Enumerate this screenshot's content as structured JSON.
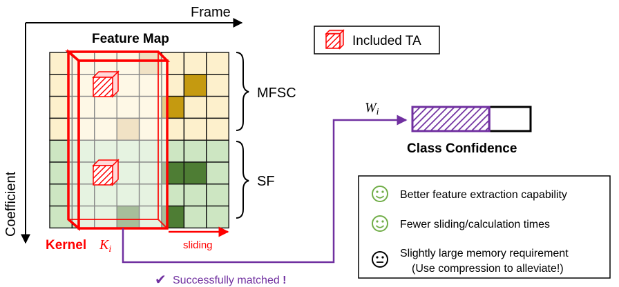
{
  "axes": {
    "frame_label": "Frame",
    "coefficient_label": "Coefficient"
  },
  "feature_map": {
    "title": "Feature Map",
    "mfsc_label": "MFSC",
    "sf_label": "SF",
    "dark_cells_mfsc": [
      [
        0,
        4
      ],
      [
        1,
        2
      ],
      [
        1,
        6
      ],
      [
        2,
        5
      ],
      [
        3,
        3
      ]
    ],
    "dark_cells_sf": [
      [
        5,
        5
      ],
      [
        5,
        6
      ],
      [
        7,
        3
      ],
      [
        7,
        5
      ]
    ]
  },
  "kernel": {
    "label": "Kernel",
    "symbol": "K",
    "subscript": "i",
    "sliding_label": "sliding"
  },
  "legend": {
    "included_ta": "Included TA"
  },
  "weight": {
    "symbol": "W",
    "subscript": "i"
  },
  "class_confidence": {
    "label": "Class Confidence",
    "fill_fraction": 0.65
  },
  "match": {
    "check_glyph": "✔",
    "label": "Successfully matched",
    "exclaim": " !"
  },
  "summary": {
    "items": [
      {
        "icon": "smiley-icon",
        "text": "Better feature extraction capability"
      },
      {
        "icon": "smiley-icon",
        "text": "Fewer sliding/calculation times"
      },
      {
        "icon": "neutral-face-icon",
        "text": "Slightly large memory requirement"
      }
    ],
    "note": "(Use compression to alleviate!)"
  },
  "colors": {
    "mfsc_cell": "#fdf0cc",
    "mfsc_dark": "#c59a10",
    "mfsc_mid": "#e3c58a",
    "sf_cell": "#cde6c2",
    "sf_dark": "#4e7d34",
    "red": "#ff0000",
    "purple": "#7030a0",
    "smile_green": "#70ad47"
  }
}
